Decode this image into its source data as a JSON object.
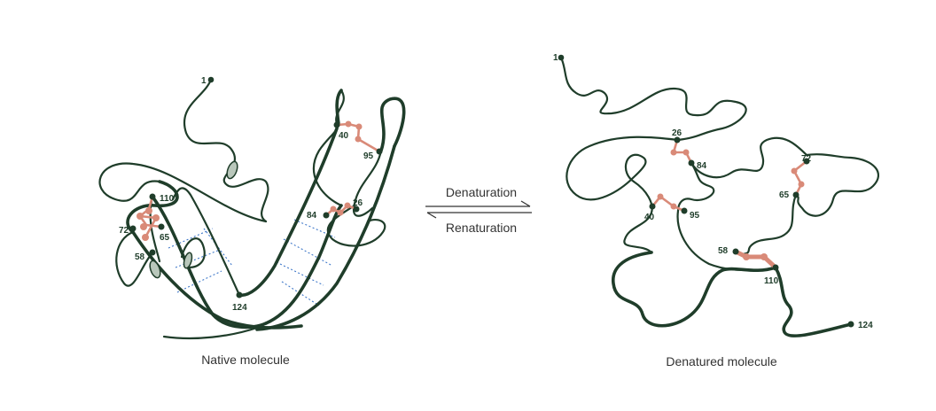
{
  "native": {
    "caption": "Native molecule",
    "residues": {
      "r1": "1",
      "r26": "26",
      "r40": "40",
      "r58": "58",
      "r65": "65",
      "r72": "72",
      "r84": "84",
      "r95": "95",
      "r110": "110",
      "r124": "124"
    }
  },
  "denatured": {
    "caption": "Denatured molecule",
    "residues": {
      "r1": "1",
      "r26": "26",
      "r40": "40",
      "r58": "58",
      "r65": "65",
      "r72": "72",
      "r84": "84",
      "r95": "95",
      "r110": "110",
      "r124": "124"
    }
  },
  "equilibrium": {
    "forward": "Denaturation",
    "reverse": "Renaturation"
  },
  "colors": {
    "chain": "#1f3d2a",
    "disulfide": "#d98a78",
    "hydrogen_bond": "#3f78c9"
  }
}
